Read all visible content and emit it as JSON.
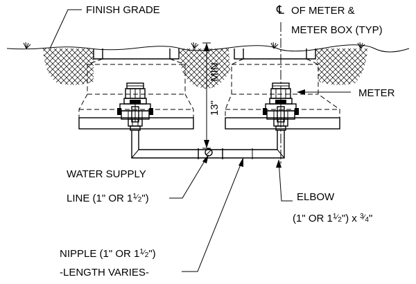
{
  "labels": {
    "finish_grade": "FINISH GRADE",
    "cl_symbol": "℄",
    "cl_line1": "OF METER &",
    "cl_line2": "METER BOX (TYP)",
    "meter": "METER",
    "dimension_value": "13\"",
    "dimension_min": "MIN",
    "water_supply_line1": "WATER SUPPLY",
    "water_supply_line2_prefix": "LINE (1\" OR 1",
    "water_supply_line2_suffix": "\")",
    "elbow": "ELBOW",
    "elbow_size_prefix": "(1\" OR 1",
    "elbow_size_mid": "\") x ",
    "elbow_size_suffix": "\"",
    "nipple_line1_prefix": "NIPPLE  (1\" OR 1",
    "nipple_line1_suffix": "\")",
    "nipple_line2": "-LENGTH VARIES-"
  },
  "fractions": {
    "half_num": "1",
    "half_den": "2",
    "three_quarter_num": "3",
    "three_quarter_den": "4"
  },
  "colors": {
    "line": "#000000",
    "background": "#ffffff"
  }
}
